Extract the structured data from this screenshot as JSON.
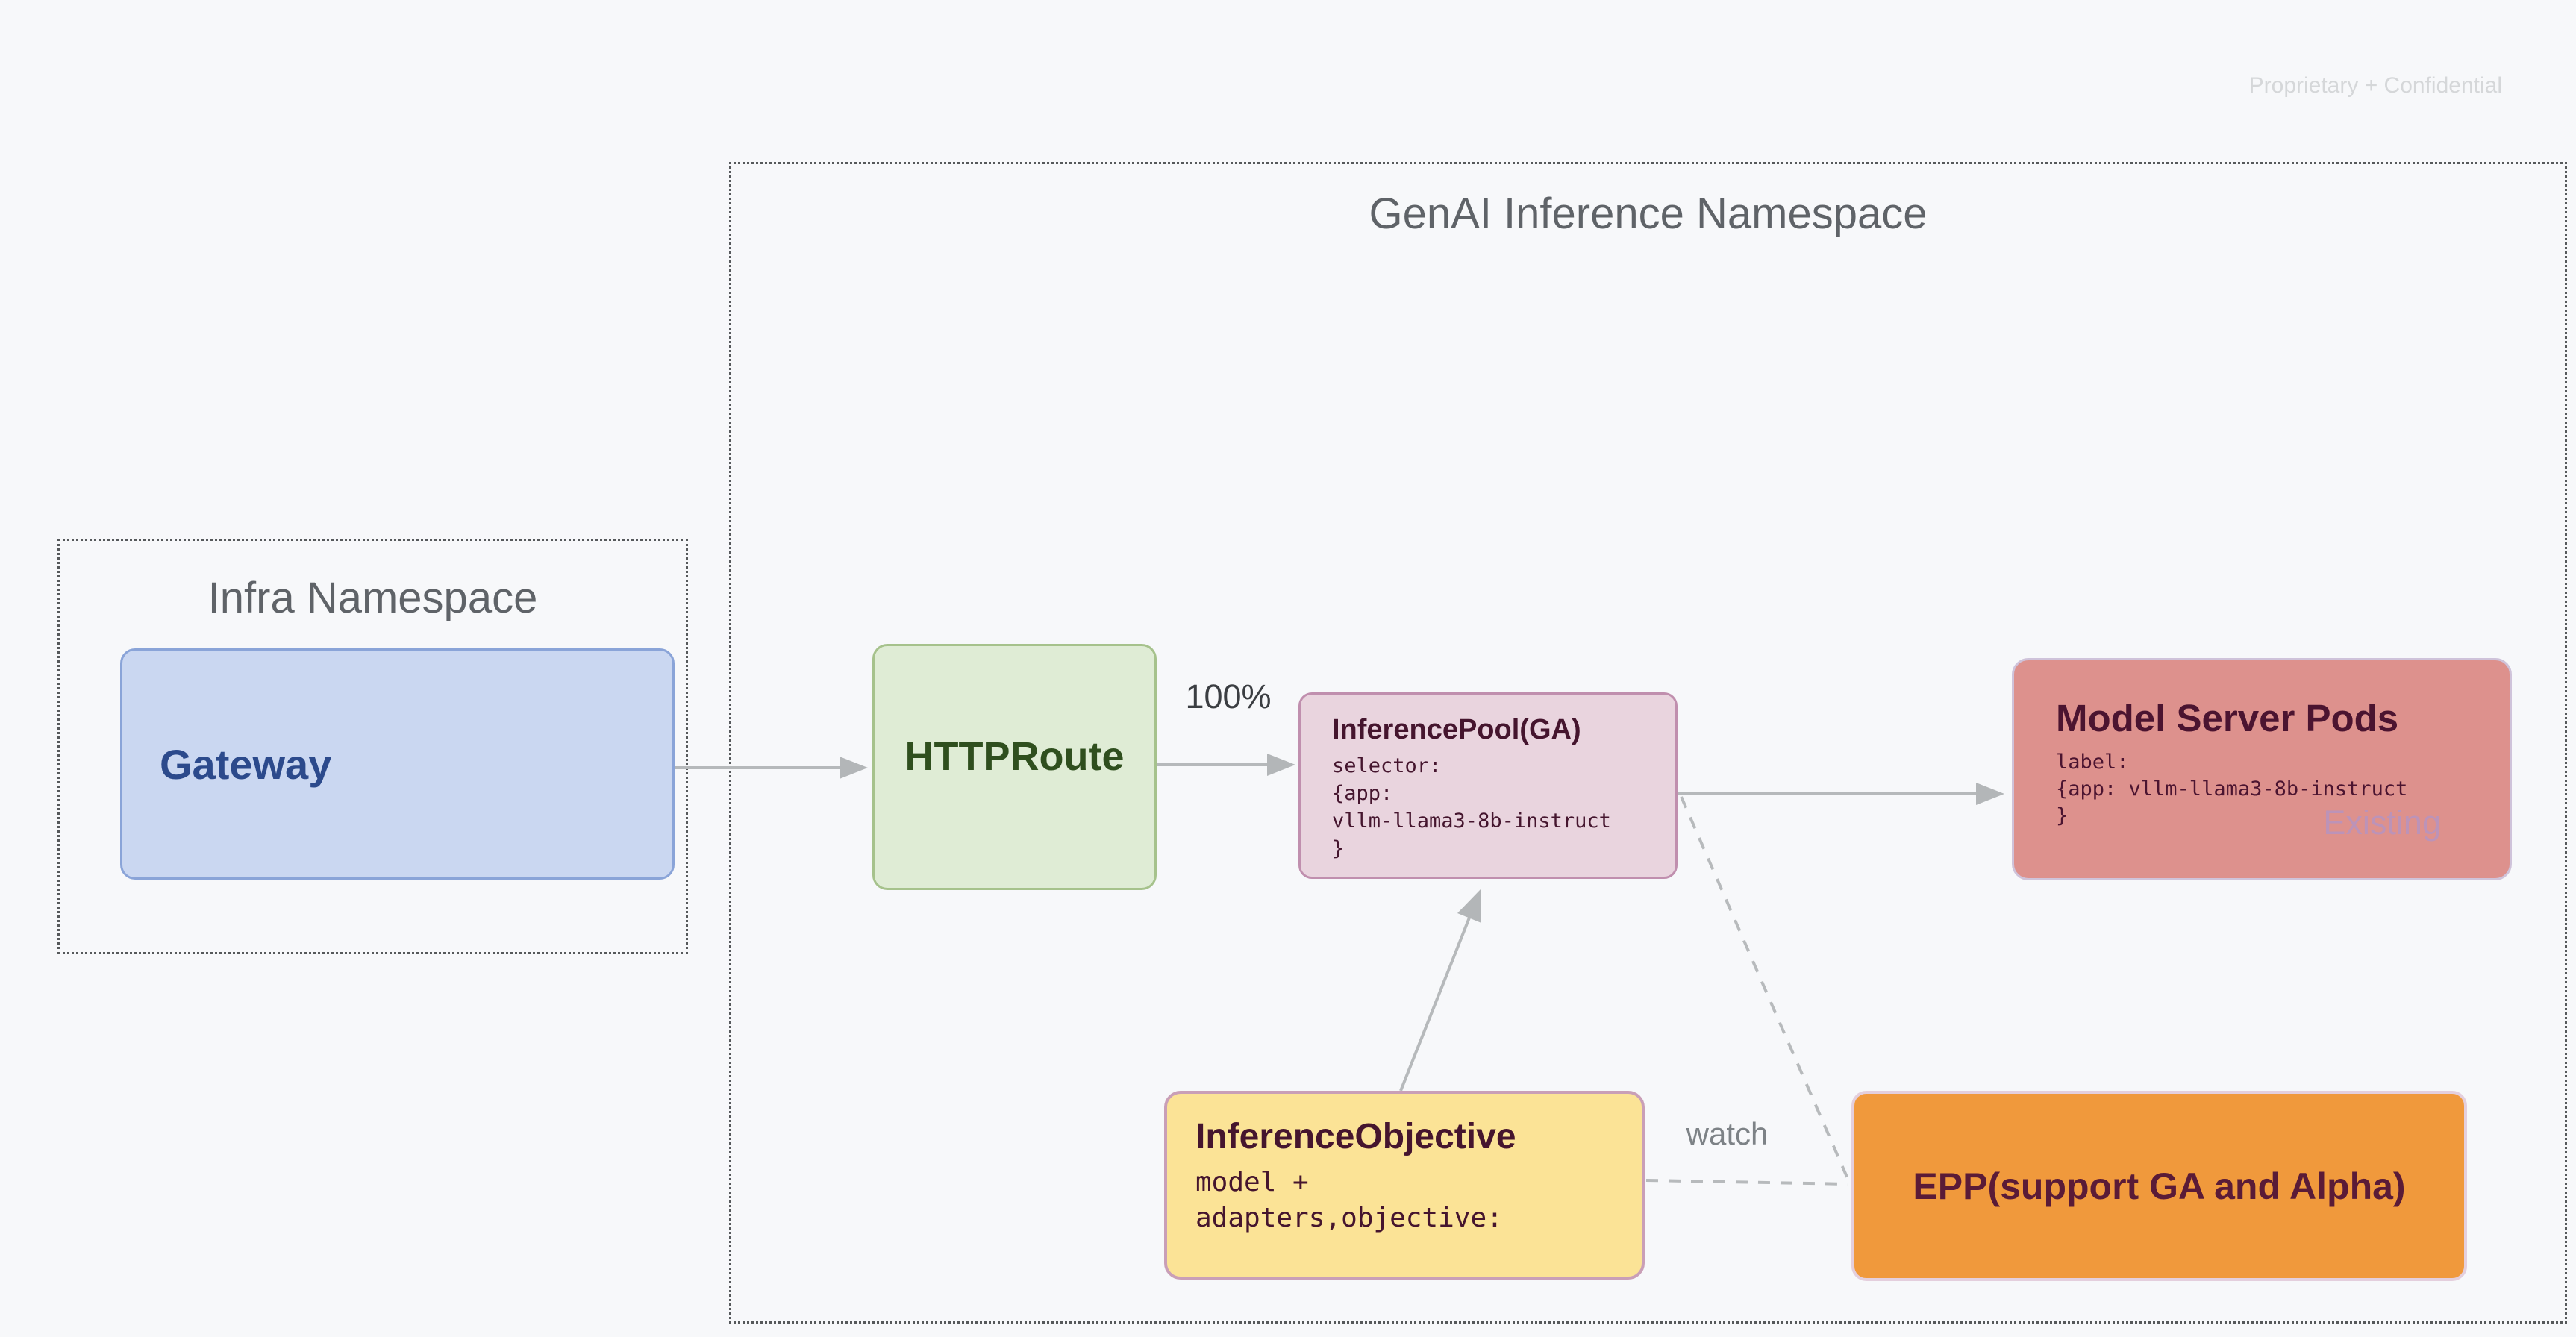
{
  "page": {
    "watermark": "Proprietary + Confidential",
    "background_color": "#f7f8fa",
    "arrow_color": "#b6b9bb",
    "dashed_color": "#b7babc",
    "dotted_border_color": "#56595b"
  },
  "namespaces": {
    "genai": {
      "title": "GenAI Inference Namespace"
    },
    "infra": {
      "title": "Infra Namespace"
    }
  },
  "nodes": {
    "gateway": {
      "label": "Gateway",
      "fill": "#cad7f1",
      "border": "#8aa4d8",
      "text_color": "#2c4a8c"
    },
    "httproute": {
      "label": "HTTPRoute",
      "fill": "#dfecd5",
      "border": "#a6c28c",
      "text_color": "#2f4f1e"
    },
    "inference_pool": {
      "title": "InferencePool(GA)",
      "code": "selector:\n{app:\nvllm-llama3-8b-instruct\n}",
      "fill": "#e9d4de",
      "border": "#c08fae",
      "text_color": "#45152e"
    },
    "model_server_pods": {
      "title": "Model Server Pods",
      "code": "label:\n{app: vllm-llama3-8b-instruct\n}",
      "tag": "Existing",
      "fill": "#dd918d",
      "border": "#cfc3da",
      "text_color": "#4b1430",
      "tag_color": "#bc93b8"
    },
    "inference_objective": {
      "title": "InferenceObjective",
      "code": "model +\nadapters,objective:",
      "fill": "#fbe396",
      "border": "#c99fb7",
      "text_color": "#45152e"
    },
    "epp": {
      "label": "EPP(support GA and Alpha)",
      "fill": "#f0993c",
      "border": "#e4cfdd",
      "text_color": "#5a1b37"
    }
  },
  "edges": {
    "route_weight_label": "100%",
    "watch_label": "watch"
  }
}
